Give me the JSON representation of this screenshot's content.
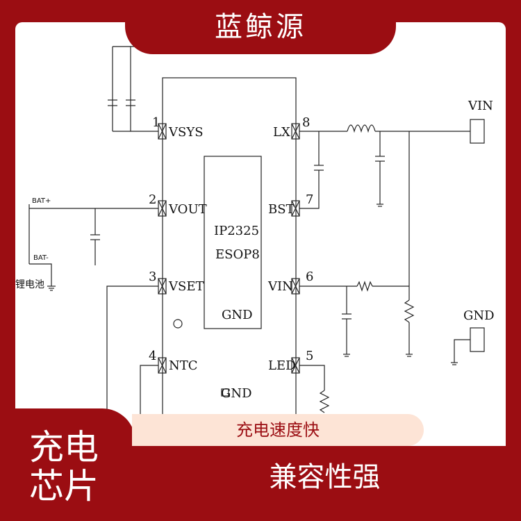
{
  "brand": "蓝鲸源",
  "badge": "充电芯片",
  "badge_line1": "充电",
  "badge_line2": "芯片",
  "feature1": "充电速度快",
  "feature2": "兼容性强",
  "chip": {
    "part": "IP2325",
    "package": "ESOP8",
    "gnd": "GND",
    "bottom_gnd": "GND"
  },
  "pins_left": [
    {
      "num": "1",
      "name": "VSYS"
    },
    {
      "num": "2",
      "name": "VOUT"
    },
    {
      "num": "3",
      "name": "VSET"
    },
    {
      "num": "4",
      "name": "NTC"
    }
  ],
  "pins_right": [
    {
      "num": "8",
      "name": "LX"
    },
    {
      "num": "7",
      "name": "BST"
    },
    {
      "num": "6",
      "name": "VIN"
    },
    {
      "num": "5",
      "name": "LED"
    }
  ],
  "terminals": {
    "vin": "VIN",
    "gnd": "GND",
    "bat_plus": "BAT+",
    "bat_minus": "BAT-",
    "battery": "锂电池"
  },
  "colors": {
    "brand_red": "#9b0d12",
    "pill_pink": "#fde4d6"
  }
}
